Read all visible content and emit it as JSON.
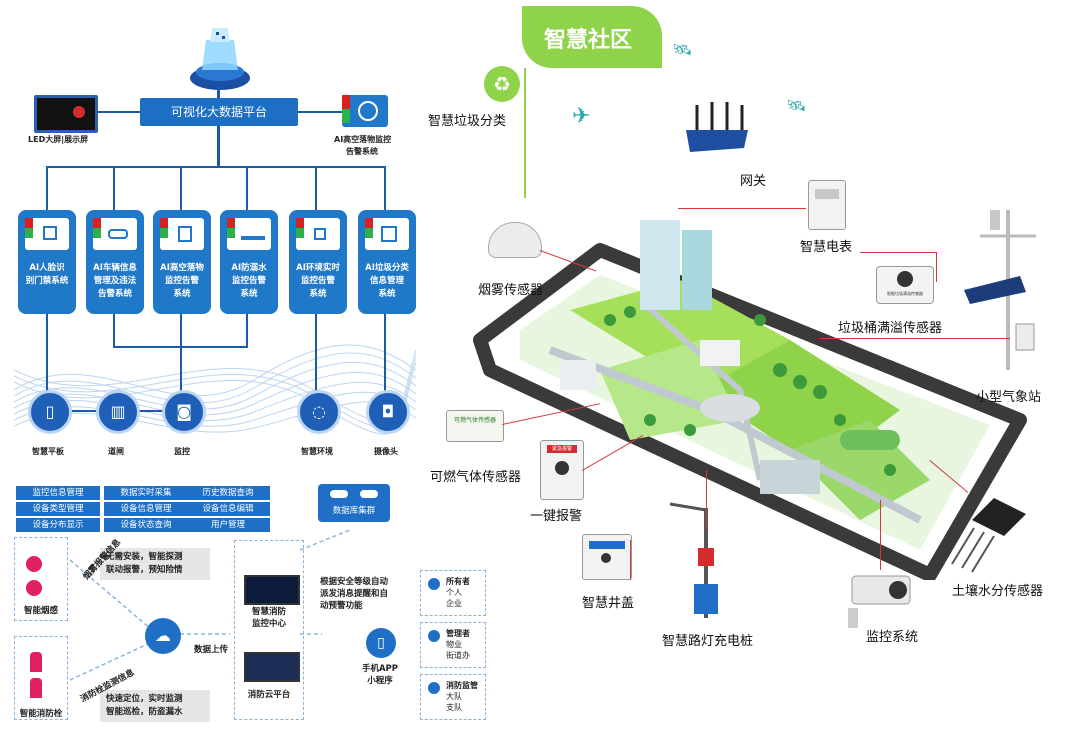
{
  "left_top": {
    "platform_label": "可视化大数据平台",
    "led_label": "LED大屏|展示屏",
    "ai_monitor_label_1": "AI高空落物监控",
    "ai_monitor_label_2": "告警系统",
    "systems": [
      {
        "l1": "AI人脸识",
        "l2": "别门禁系统",
        "l3": ""
      },
      {
        "l1": "AI车辆信息",
        "l2": "管理及违法",
        "l3": "告警系统"
      },
      {
        "l1": "AI高空落物",
        "l2": "监控告警",
        "l3": "系统"
      },
      {
        "l1": "AI防溺水",
        "l2": "监控告警",
        "l3": "系统"
      },
      {
        "l1": "AI环境实时",
        "l2": "监控告警",
        "l3": "系统"
      },
      {
        "l1": "AI垃圾分类",
        "l2": "信息管理",
        "l3": "系统"
      }
    ],
    "devices": [
      "智慧平板",
      "道闸",
      "监控",
      "智慧环境",
      "摄像头"
    ]
  },
  "left_bottom": {
    "menu": [
      "监控信息管理",
      "数据实时采集",
      "历史数据查询",
      "设备类型管理",
      "设备信息管理",
      "设备信息编辑",
      "设备分布显示",
      "设备状态查询",
      "用户管理"
    ],
    "db_label": "数据库集群",
    "smoke_label": "智能烟感",
    "hydrant_label": "智能消防栓",
    "note_top_1": "无需安装，智能探测",
    "note_top_2": "联动报警，预知险情",
    "note_bottom_1": "快速定位，实时监测",
    "note_bottom_2": "智能巡检，防盗漏水",
    "smoke_arrow": "烟雾报警信息",
    "water_arrow": "消防栓监测信息",
    "upload_label": "数据上传",
    "center_label_1": "智慧消防",
    "center_label_2": "监控中心",
    "cloud_label": "消防云平台",
    "auto_1": "根据安全等级自动",
    "auto_2": "派发消息提醒和自",
    "auto_3": "动预警功能",
    "app_label_1": "手机APP",
    "app_label_2": "小程序",
    "users": [
      {
        "t": "所有者",
        "a": "个人",
        "b": "企业"
      },
      {
        "t": "管理者",
        "a": "物业",
        "b": "街道办"
      },
      {
        "t": "消防监管",
        "a": "大队",
        "b": "支队"
      }
    ]
  },
  "right": {
    "title": "智慧社区",
    "labels": {
      "garbage": "智慧垃圾分类",
      "gateway": "网关",
      "meter": "智慧电表",
      "smoke": "烟雾传感器",
      "overflow": "垃圾桶满溢传感器",
      "weather": "小型气象站",
      "gas": "可燃气体传感器",
      "alarm": "一键报警",
      "manhole": "智慧井盖",
      "streetlight": "智慧路灯充电桩",
      "camera": "监控系统",
      "soil": "土壤水分传感器"
    },
    "device_texts": {
      "gas_box": "可燃气体传感器",
      "alarm_box": "紧急报警",
      "overflow_box": "智能垃圾满溢传感器"
    }
  },
  "colors": {
    "blue": "#1d6fc4",
    "green": "#7bd43a",
    "red_line": "#d23a3a"
  }
}
